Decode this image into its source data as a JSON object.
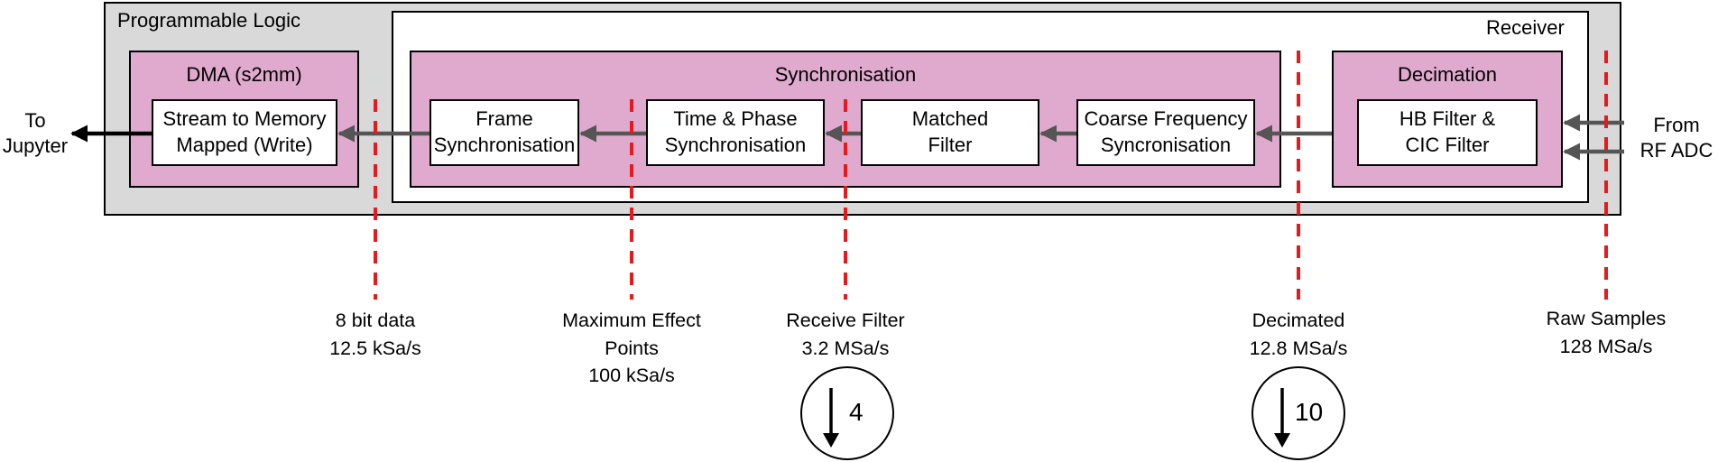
{
  "programmable_logic": {
    "title": "Programmable Logic"
  },
  "receiver": {
    "title": "Receiver"
  },
  "dma": {
    "title": "DMA (s2mm)",
    "block": [
      "Stream to Memory",
      "Mapped (Write)"
    ]
  },
  "synchronisation": {
    "title": "Synchronisation",
    "blocks": {
      "frame": [
        "Frame",
        "Synchronisation"
      ],
      "time_phase": [
        "Time & Phase",
        "Synchronisation"
      ],
      "matched": [
        "Matched",
        "Filter"
      ],
      "coarse": [
        "Coarse Frequency",
        "Syncronisation"
      ]
    }
  },
  "decimation": {
    "title": "Decimation",
    "block": [
      "HB Filter &",
      "CIC Filter"
    ]
  },
  "output": [
    "To",
    "Jupyter"
  ],
  "input": [
    "From",
    "RF ADC"
  ],
  "rate_labels": {
    "bit_data": [
      "8 bit data",
      "12.5 kSa/s"
    ],
    "max_effect": [
      "Maximum Effect",
      "Points",
      "100 kSa/s"
    ],
    "receive_filter": [
      "Receive Filter",
      "3.2 MSa/s"
    ],
    "decimated": [
      "Decimated",
      "12.8 MSa/s"
    ],
    "raw_samples": [
      "Raw Samples",
      "128 MSa/s"
    ]
  },
  "decimation_factors": {
    "first": "4",
    "second": "10"
  },
  "colors": {
    "pink_block": "#e0aacf",
    "outer_grey": "#d9d9d9",
    "dashed_marker": "#e8191c",
    "arrow_grey": "#555555",
    "arrow_black": "#000000"
  }
}
